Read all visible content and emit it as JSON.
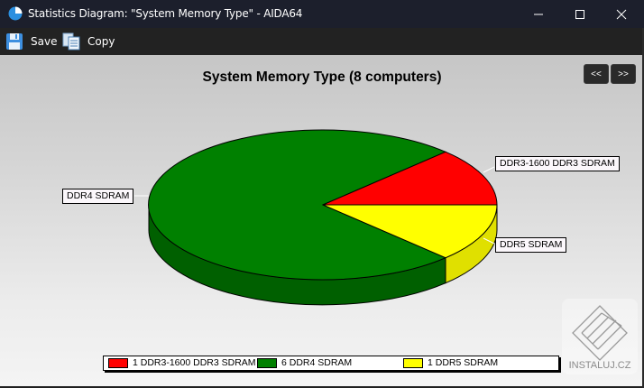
{
  "window": {
    "title": "Statistics Diagram: \"System Memory Type\" - AIDA64",
    "controls": {
      "minimize": "minimize-icon",
      "maximize": "maximize-icon",
      "close": "close-icon"
    }
  },
  "toolbar": {
    "save_label": "Save",
    "copy_label": "Copy"
  },
  "nav": {
    "prev_label": "<<",
    "next_label": ">>"
  },
  "chart": {
    "title": "System Memory Type (8 computers)",
    "slice_labels": {
      "ddr3": "DDR3-1600 DDR3 SDRAM",
      "ddr4": "DDR4 SDRAM",
      "ddr5": "DDR5 SDRAM"
    },
    "legend": [
      {
        "label": "1 DDR3-1600 DDR3 SDRAM",
        "color": "#ff0000"
      },
      {
        "label": "6 DDR4 SDRAM",
        "color": "#008000"
      },
      {
        "label": "1 DDR5 SDRAM",
        "color": "#ffff00"
      }
    ]
  },
  "watermark": {
    "text": "INSTALUJ.CZ"
  },
  "chart_data": {
    "type": "pie",
    "title": "System Memory Type (8 computers)",
    "categories": [
      "DDR3-1600 DDR3 SDRAM",
      "DDR4 SDRAM",
      "DDR5 SDRAM"
    ],
    "values": [
      1,
      6,
      1
    ],
    "colors": [
      "#ff0000",
      "#008000",
      "#ffff00"
    ],
    "legend_entries": [
      "1 DDR3-1600 DDR3 SDRAM",
      "6 DDR4 SDRAM",
      "1 DDR5 SDRAM"
    ],
    "legend_position": "bottom",
    "style": "3d"
  }
}
